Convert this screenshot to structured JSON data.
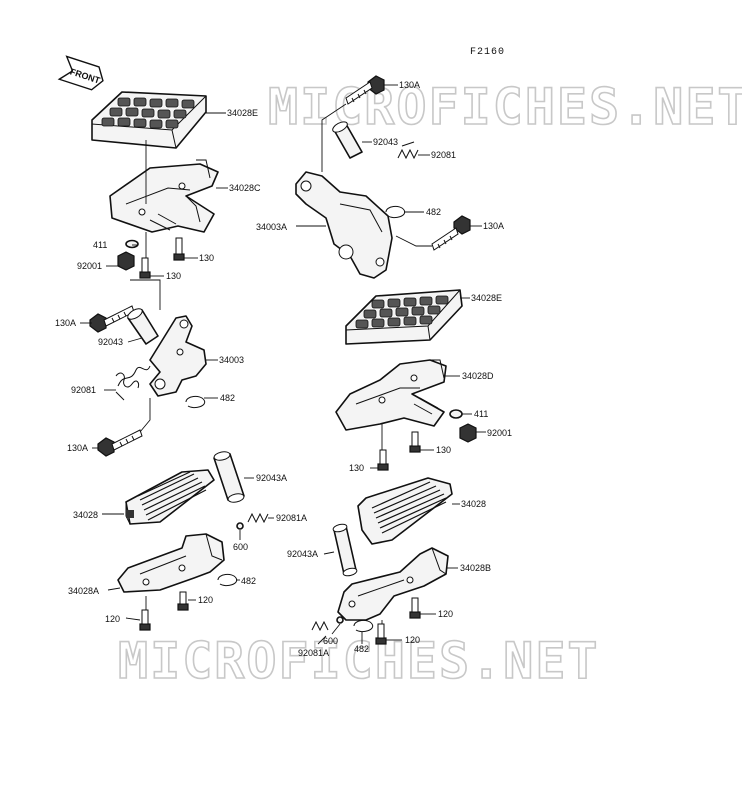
{
  "figure_code": "F2160",
  "front_tag": "FRONT",
  "watermark": "MICROFICHES.NET",
  "labels": {
    "l130A_a": "130A",
    "l34028E_a": "34028E",
    "l92043_a": "92043",
    "l92081_a": "92081",
    "l34028C": "34028C",
    "l482_a": "482",
    "l34003A": "34003A",
    "l130A_b": "130A",
    "l411_a": "411",
    "l130_a": "130",
    "l92001_a": "92001",
    "l130_b": "130",
    "l34028E_b": "34028E",
    "l130A_c": "130A",
    "l92043_b": "92043",
    "l34003": "34003",
    "l34028D": "34028D",
    "l92081_b": "92081",
    "l411_b": "411",
    "l482_b": "482",
    "l92001_b": "92001",
    "l130A_d": "130A",
    "l130_c": "130",
    "l130_d": "130",
    "l92043A_a": "92043A",
    "l34028_a": "34028",
    "l34028_b": "34028",
    "l92081A_a": "92081A",
    "l600_a": "600",
    "l92043A_b": "92043A",
    "l34028B": "34028B",
    "l34028A": "34028A",
    "l482_c": "482",
    "l120_a": "120",
    "l120_b": "120",
    "l120_c": "120",
    "l600_b": "600",
    "l120_d": "120",
    "l92081A_b": "92081A",
    "l482_d": "482"
  }
}
